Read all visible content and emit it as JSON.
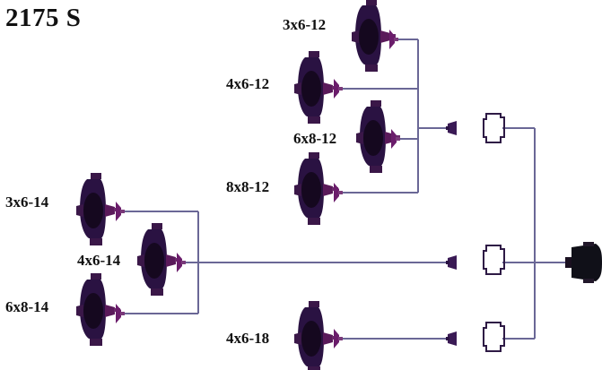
{
  "title": "2175 S",
  "colors": {
    "pump": "#2a1242",
    "pump_dark": "#15081f",
    "flange": "#5a1a5a",
    "line": "#6a6796",
    "motor": "#101018"
  },
  "icons": {
    "pump": "pump-icon",
    "coupling": "coupling-icon",
    "bearing_frame": "bearing-frame-icon",
    "motor": "motor-icon"
  },
  "pumps": [
    {
      "id": "3x6-12",
      "label": "3x6-12"
    },
    {
      "id": "4x6-12",
      "label": "4x6-12"
    },
    {
      "id": "6x8-12",
      "label": "6x8-12"
    },
    {
      "id": "8x8-12",
      "label": "8x8-12"
    },
    {
      "id": "3x6-14",
      "label": "3x6-14"
    },
    {
      "id": "4x6-14",
      "label": "4x6-14"
    },
    {
      "id": "6x8-14",
      "label": "6x8-14"
    },
    {
      "id": "4x6-18",
      "label": "4x6-18"
    }
  ]
}
